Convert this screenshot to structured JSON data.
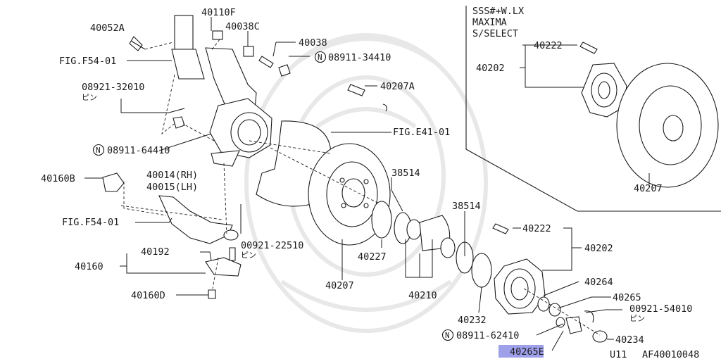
{
  "variant": {
    "lines": [
      "SSS#+W.LX",
      "MAXIMA",
      "S/SELECT"
    ]
  },
  "labels": {
    "p40052A": "40052A",
    "p40110F": "40110F",
    "p40038C": "40038C",
    "p40038": "40038",
    "fig_f54_top": "FIG.F54-01",
    "n08911_34410": "08911-34410",
    "p08921_32010": "08921-32010",
    "pin_jp_1": "ピン",
    "p40207A": "40207A",
    "fig_e41": "FIG.E41-01",
    "n08911_64410": "08911-64410",
    "p40014": "40014(RH)",
    "p40015": "40015(LH)",
    "p40160B": "40160B",
    "p38514_a": "38514",
    "p38514_b": "38514",
    "fig_f54_bottom": "FIG.F54-01",
    "p00921_22510": "00921-22510",
    "pin_jp_2": "ピン",
    "p40192": "40192",
    "p40160": "40160",
    "p40227": "40227",
    "p40207_mid": "40207",
    "p40210": "40210",
    "p40160D": "40160D",
    "p40222_mid": "40222",
    "p40202_mid": "40202",
    "p40264": "40264",
    "p40265": "40265",
    "p00921_54010": "00921-54010",
    "pin_jp_3": "ピン",
    "p40232": "40232",
    "n08911_62410": "08911-62410",
    "p40234": "40234",
    "p40265E": "40265E",
    "p40222_top": "40222",
    "p40202_top": "40202",
    "p40207_right": "40207",
    "circled_n": "N"
  },
  "footer": {
    "model_code": "U11",
    "figure_code": "AF40010048"
  },
  "highlight": {
    "part": "40265E",
    "color": "#8e8fe6"
  }
}
